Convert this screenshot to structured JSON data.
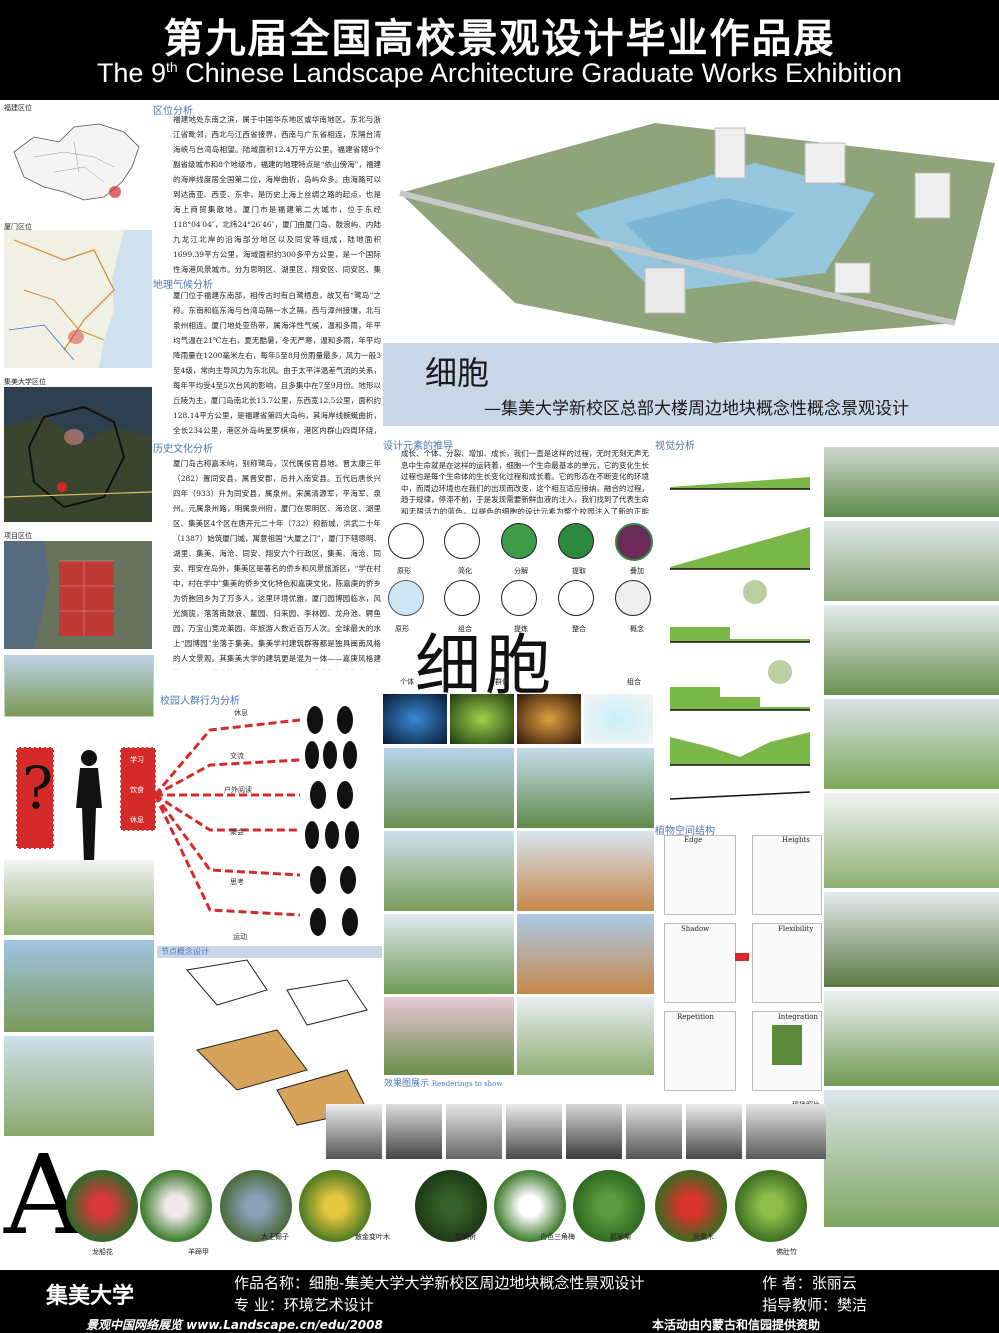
{
  "header": {
    "title_cn": "第九届全国高校景观设计毕业作品展",
    "title_en_prefix": "The 9",
    "title_en_sup": "th",
    "title_en_suffix": " Chinese Landscape Architecture Graduate Works Exhibition"
  },
  "maps": {
    "fujian_label": "福建区位",
    "xiamen_label": "厦门区位",
    "jimei_label": "集美大学区位",
    "site_label": "项目区位"
  },
  "sections": {
    "location_title": "区位分析",
    "location_text": "福建地处东南之滨，属于中国华东地区或华南地区。东北与浙江省毗邻，西北与江西省接界，西南与广东省相连，东隔台湾海峡与台湾岛相望。陆域面积12.4万平方公里。福建省辖9个副省级城市和8个地级市，福建的地理特点是“依山傍海”，福建的海岸线度居全国第二位，海岸曲折，岛屿众多。由海路可以到达南亚、西亚、东非，是历史上海上丝绸之路的起点，也是海上商贸集散地。厦门市是福建第二大城市，位于东经118°04′04″，北纬24°26′46″，厦门由厦门岛、鼓浪屿、内陆九龙江北岸的沿海部分地区以及同安等组成，陆地面积1699.39平方公里，海域面积约300多平方公里，是一个国际性海港风景城市。分为思明区、湖里区、翔安区、同安区、集美区、海沧区六个行政区。集美学村位于厦门市集美区东南角，与厦门岛隔海相望，由厦门市区经厦门大桥下桥后即进入集美学村内。",
    "climate_title": "地理气候分析",
    "climate_text": "厦门位于福建东南部，相传古时有白鹭栖息，故又有“鹭岛”之称。东南和临东海与台湾岛隔一水之隔，西与漳州接壤，北与泉州相连。厦门地处亚热带，属海洋性气候，温和多雨，年平均气温在21℃左右，夏无酷暑，冬无严寒，温和多雨，年平均降雨量在1200毫米左右，每年5至8月份雨量最多，风力一般3至4级，常向主导风力为东北风。由于太平洋温差气流的关系，每年平均受4至5次台风的影响，且多集中在7至9月份。地形以丘陵为主，厦门岛南北长13.7公里，东西宽12.5公里，面积约128.14平方公里，是福建省第四大岛屿，其海岸线蜿蜒曲折，全长234公里，港区外岛屿星罗棋布，港区内群山四周环绕，港阔水深，终年不冻，是条件优越的海峡性天然良港，历史上就是我国东南沿海对外贸易的重要口岸。",
    "history_title": "历史文化分析",
    "history_text": "厦门岛古称嘉禾屿，别称鹭岛，汉代属侯官县地。晋太康三年（282）置同安县，属晋安郡，后并入南安县。五代后唐长兴四年（933）升为同安县，属泉州。宋属清源军，平海军、泉州。元属泉州路，明属泉州府，厦门在思明区、海沧区、湖里区、集美区4个区在唐开元二十年（732）称新城，洪武二十年（1387）始筑厦门城，寓意祖国“大厦之门”，厦门下辖思明、湖里、集美、海沧、同安、翔安六个行政区，集美、海沧、同安、翔安在岛外，集美区是著名的侨乡和风景旅游区，“学在村中，村在学中”集美的侨乡文化特色和嘉庚文化，陈嘉庚的侨乡为侨胞回乡为了万多人，这里环境优雅，厦门园博园临水，风光旖旎，落落南鼓浪、鳌园、归来园、李林园、龙舟池、鳄鱼园，万宝山竞龙莱园，年旅游人数近百万人次。全球最大的水上“园博园”坐落于集美。集美学村建筑群等都是独具闽南风格的人文景观。其集美大学的建筑更是混为一体——嘉庚风格建筑，嘉庚风格建筑是把闽南红砖民居与欧式建筑糅合起来，在中西文化碰撞下形成的才“穿西装，戴斗笠”的建筑形式，表现出独特的形式魅力，是凝聚中外文化交流的产物。",
    "behavior_title": "校园人群行为分析",
    "design_title": "设计元素的推导",
    "design_text": "成长、个体、分裂、增加、成长，我们一直是这样的过程，无时无刻无声无息中生命就是在这样的运转着，细胞一个生命最基本的单元，它的变化生长过程也是每个生命体的生长变化过程和成长着。它的形态在不断变化的环境中，而周边环境也在我们的出现而改变，这个相互适应接纳，融合的过程，趋于规律，停滞不前，于是发现需要新鲜血液的注入，我们找到了代表生命和无限活力的蓝色，以提色的细胞的设计元素为整个校园注入了新的正能量。",
    "visual_title": "视觉分析",
    "plant_structure_title": "植物空间结构",
    "scene_title": "效果图展示",
    "scene_title_en": "Renderings to show",
    "node_title": "节点概念设计",
    "photo_caption": "现场照片"
  },
  "project": {
    "title_cn": "细胞",
    "subtitle": "—集美大学新校区总部大楼周边地块概念性概念景观设计",
    "big_watermark": "细胞"
  },
  "behavior": {
    "boxes": [
      "学习",
      "饮食",
      "休息"
    ],
    "question_mark": "?",
    "labels": [
      "休息",
      "交流",
      "户外阅读",
      "聚会",
      "思考",
      "运动"
    ]
  },
  "design_steps": {
    "row1": [
      "原形",
      "简化",
      "分解",
      "提取",
      "叠加"
    ],
    "row2": [
      "原形",
      "组合",
      "提炼",
      "整合",
      "概念"
    ],
    "row3": [
      "个体",
      "群体",
      "组合"
    ]
  },
  "plant_structure": {
    "labels": [
      "Edge",
      "Heights",
      "Shadow",
      "Flexibility",
      "Repetition",
      "Integration"
    ]
  },
  "plants": {
    "letter": "A",
    "names": [
      "龙船花",
      "羊蹄甲",
      "大王椰子",
      "散金变叶木",
      "棕榈树",
      "白色三角梅",
      "鹅掌柴",
      "凤凰木",
      "佛肚竹"
    ]
  },
  "footer": {
    "school": "集美大学",
    "work_name": "作品名称：细胞-集美大学大学新校区周边地块概念性景观设计",
    "major": "专    业：环境艺术设计",
    "author_label": "作    者：",
    "author": "张丽云",
    "teacher_label": "指导教师：",
    "teacher": "樊洁",
    "website": "景观中国网络展览 www.Landscape.cn/edu/2008",
    "sponsor": "本活动由内蒙古和信园提供资助"
  },
  "colors": {
    "header_bg": "#000000",
    "accent_blue": "#4a78b8",
    "band_blue": "#c9d6e8",
    "accent_red": "#d52a2a",
    "grass_green": "#7ab648"
  }
}
